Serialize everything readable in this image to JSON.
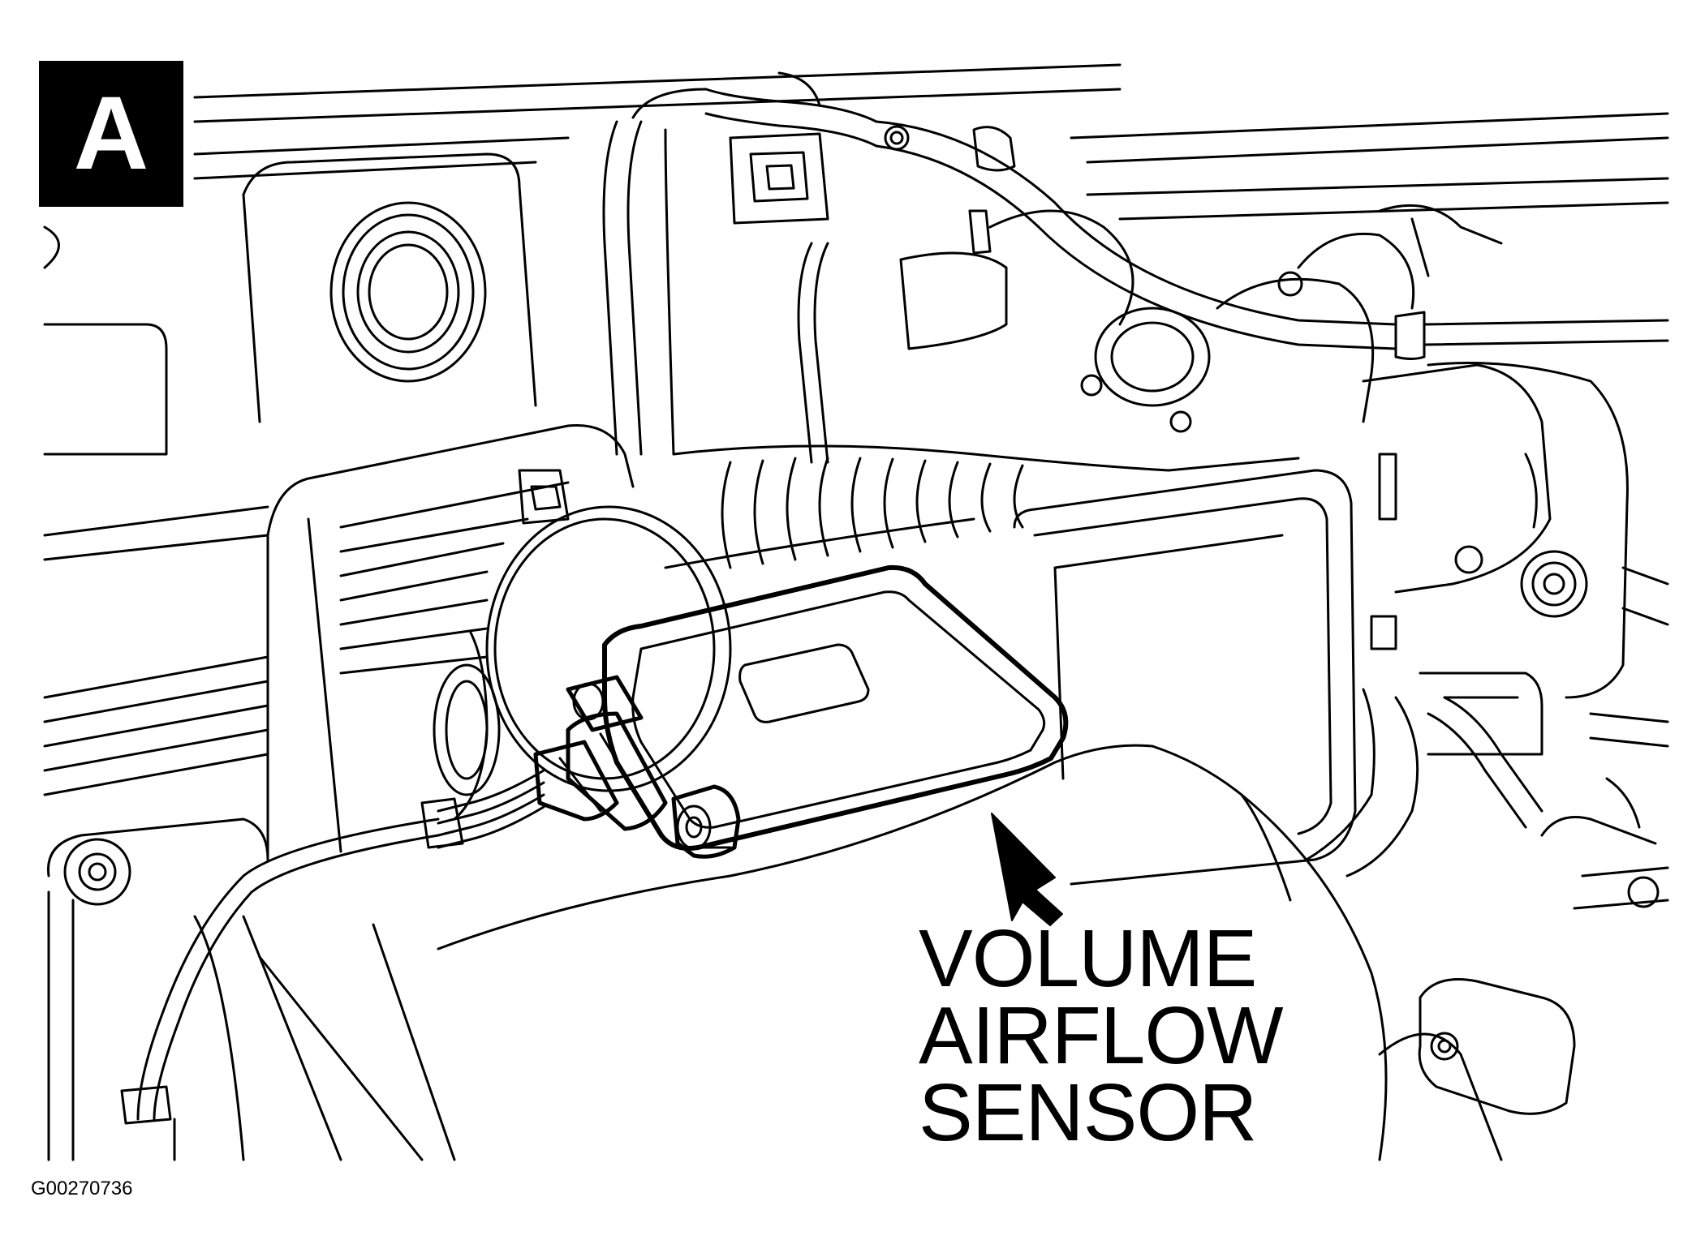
{
  "panel": {
    "letter": "A"
  },
  "callout": {
    "line1": "VOLUME",
    "line2": "AIRFLOW",
    "line3": "SENSOR"
  },
  "figure_id": "G00270736",
  "colors": {
    "line": "#000000",
    "background": "#ffffff",
    "badge": "#000000"
  }
}
